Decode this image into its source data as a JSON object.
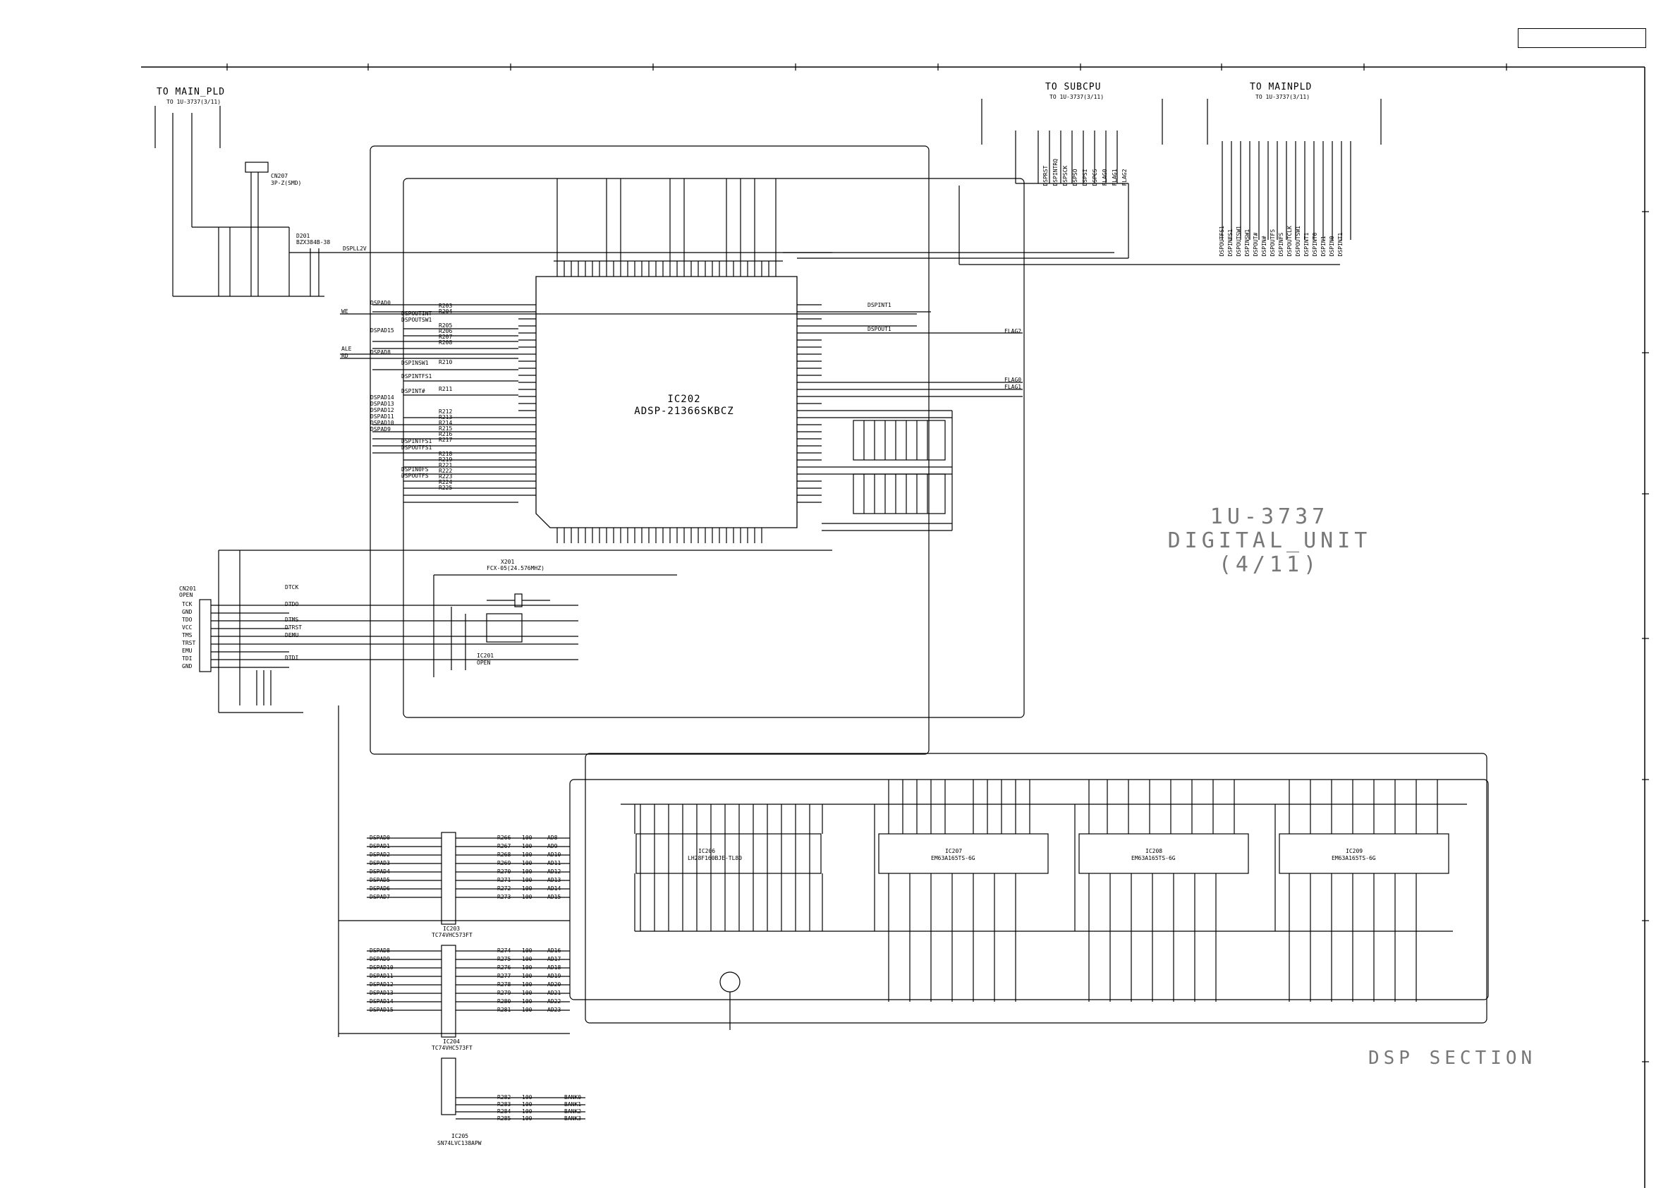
{
  "unit_title": {
    "line1": "1U-3737",
    "line2": "DIGITAL_UNIT",
    "line3": "(4/11)"
  },
  "section_title": "DSP SECTION",
  "headers": {
    "to_main_pld_left": {
      "title": "TO MAIN_PLD",
      "sub": "TO 1U-3737(3/11)"
    },
    "to_subcpu": {
      "title": "TO SUBCPU",
      "sub": "TO 1U-3737(3/11)"
    },
    "to_mainpld_right": {
      "title": "TO MAINPLD",
      "sub": "TO 1U-3737(3/11)"
    }
  },
  "chips": {
    "ic202": {
      "ref": "IC202",
      "part": "ADSP-21366SKBCZ"
    },
    "ic206": {
      "ref": "IC206",
      "part": "LH28F160BJE-TL80"
    },
    "ic207": {
      "ref": "IC207",
      "part": "EM63A165TS-6G"
    },
    "ic208": {
      "ref": "IC208",
      "part": "EM63A165TS-6G"
    },
    "ic209": {
      "ref": "IC209",
      "part": "EM63A165TS-6G"
    },
    "ic203": {
      "ref": "IC203",
      "part": "TC74VHC573FT"
    },
    "ic204": {
      "ref": "IC204",
      "part": "TC74VHC573FT"
    },
    "ic205": {
      "ref": "IC205",
      "part": "SN74LVC138APW"
    },
    "ic201": {
      "ref": "IC201",
      "part": "OPEN"
    },
    "x201": {
      "ref": "X201",
      "part": "FCX-05(24.576MHZ)"
    }
  },
  "connectors": {
    "cn207": {
      "ref": "CN207",
      "part": "3P-Z(SMD)"
    },
    "cn201": {
      "ref": "CN201",
      "part": "OPEN"
    },
    "d201": {
      "ref": "D201",
      "part": "BZX384B-38"
    }
  },
  "jtag_pins": [
    "TCK",
    "GND",
    "TDO",
    "VCC",
    "TMS",
    "TRST",
    "EMU",
    "TDI",
    "GND"
  ],
  "jtag_nets": [
    "DTCK",
    "DTDO",
    "DTMS",
    "DTRST",
    "DEMU",
    "DTDI"
  ],
  "nets": {
    "dspll_2v": "DSPLL2V",
    "we": "WE",
    "ale": "ALE",
    "rd": "RD",
    "flag2": "FLAG2",
    "flag0": "FLAG0",
    "flag1": "FLAG1",
    "dspint1": "DSPINT1",
    "dspout1": "DSPOUT1"
  },
  "latch_upper": {
    "inputs": [
      "DSPAD0",
      "DSPAD1",
      "DSPAD2",
      "DSPAD3",
      "DSPAD4",
      "DSPAD5",
      "DSPAD6",
      "DSPAD7"
    ],
    "resistors": [
      "R266",
      "R267",
      "R268",
      "R269",
      "R270",
      "R271",
      "R272",
      "R273"
    ],
    "values": [
      "100",
      "100",
      "100",
      "100",
      "100",
      "100",
      "100",
      "100"
    ],
    "outputs": [
      "AD8",
      "AD9",
      "AD10",
      "AD11",
      "AD12",
      "AD13",
      "AD14",
      "AD15"
    ]
  },
  "latch_lower": {
    "inputs": [
      "DSPAD8",
      "DSPAD9",
      "DSPAD10",
      "DSPAD11",
      "DSPAD12",
      "DSPAD13",
      "DSPAD14",
      "DSPAD15"
    ],
    "resistors": [
      "R274",
      "R275",
      "R276",
      "R277",
      "R278",
      "R279",
      "R280",
      "R281"
    ],
    "values": [
      "100",
      "100",
      "100",
      "100",
      "100",
      "100",
      "100",
      "100"
    ],
    "outputs": [
      "AD16",
      "AD17",
      "AD18",
      "AD19",
      "AD20",
      "AD21",
      "AD22",
      "AD23"
    ]
  },
  "decoder": {
    "resistors": [
      "R282",
      "R283",
      "R284",
      "R285"
    ],
    "values": [
      "100",
      "100",
      "100",
      "100"
    ],
    "outputs": [
      "BANK0",
      "BANK1",
      "BANK2",
      "BANK3"
    ]
  },
  "dsp_left_pins": [
    "DSPAD0",
    "DSPOUTINT",
    "DSPOUTSW1",
    "DSPAD15",
    "DSPAD8",
    "DSPINSW1",
    "DSPINTFS1",
    "DSPINT#",
    "DSPAD14",
    "DSPAD13",
    "DSPAD12",
    "DSPAD11",
    "DSPAD10",
    "DSPAD9",
    "DSPINTFS1",
    "DSPOUTFS1",
    "DSPIN0FS",
    "DSPOUTFS"
  ],
  "dsp_left_res": [
    "R203",
    "R204",
    "R205",
    "R206",
    "R207",
    "R208",
    "R210",
    "R211",
    "R212",
    "R213",
    "R214",
    "R215",
    "R216",
    "R217",
    "R218",
    "R219",
    "R221",
    "R222",
    "R223",
    "R224",
    "R225"
  ],
  "right_bus_header": [
    "DSPOUTFS1",
    "DSPINFS1",
    "DSPOUTSW1",
    "DSPINSW1",
    "DSPOUT#",
    "DSPIN#",
    "DSPOUTFS",
    "DSPINFS",
    "DSPOUTCLK",
    "DSPOUTSW1",
    "DSPINT1",
    "DSPINT0",
    "DSPIN1",
    "DSPIN0",
    "DSPINT1"
  ],
  "subcpu_nets": [
    "DSPRST",
    "DSPINTRQ",
    "DSPSCK",
    "DSPSO",
    "DSPSI",
    "DSPCS",
    "FLAG0",
    "FLAG1",
    "FLAG2"
  ],
  "page_ref": ""
}
